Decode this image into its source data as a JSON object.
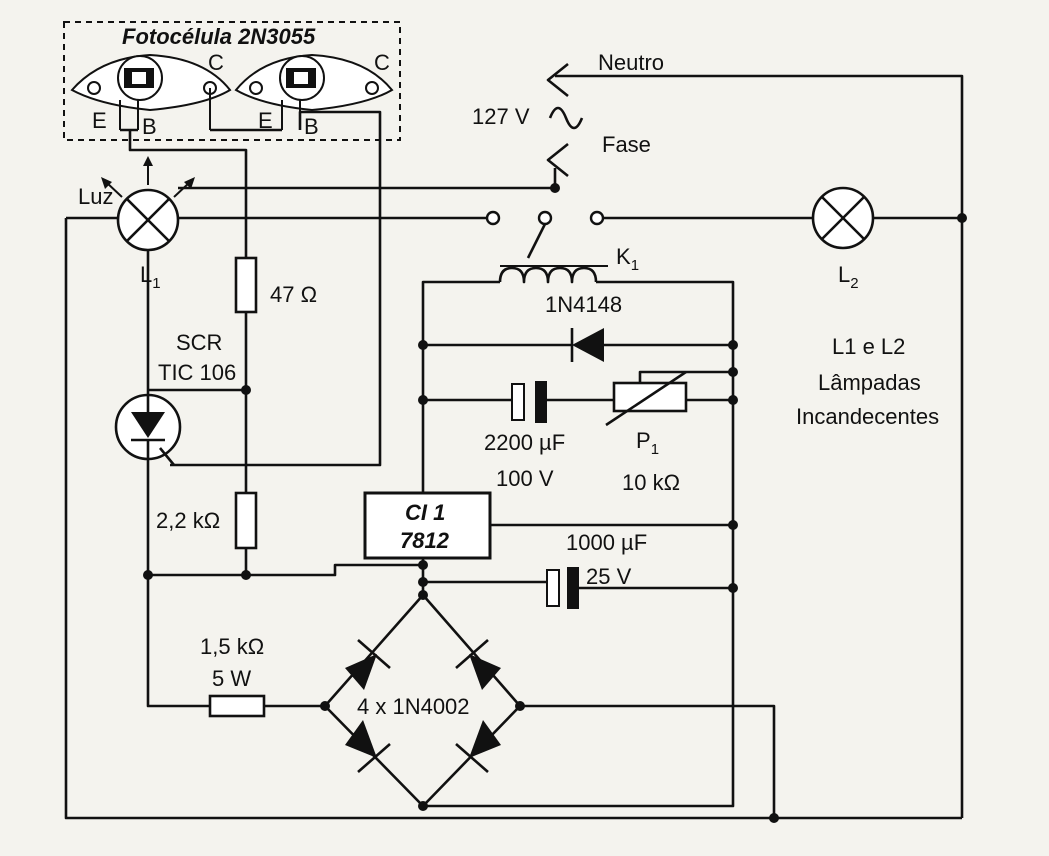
{
  "photocell": {
    "title": "Fotocélula 2N3055",
    "pin_c1": "C",
    "pin_c2": "C",
    "pin_e1": "E",
    "pin_b1": "B",
    "pin_e2": "E",
    "pin_b2": "B"
  },
  "mains": {
    "voltage": "127 V",
    "neutral": "Neutro",
    "phase": "Fase"
  },
  "lamp1": {
    "light": "Luz",
    "label": "L",
    "sub": "1"
  },
  "lamp2": {
    "label": "L",
    "sub": "2"
  },
  "lamps_note": {
    "line1": "L1 e L2",
    "line2": "Lâmpadas",
    "line3": "Incandecentes"
  },
  "relay": {
    "label": "K",
    "sub": "1"
  },
  "r_47": "47 Ω",
  "scr": {
    "line1": "SCR",
    "line2": "TIC 106"
  },
  "r_2k2": "2,2 kΩ",
  "d_1n4148": "1N4148",
  "c_2200": {
    "value": "2200 µF",
    "voltage": "100 V"
  },
  "pot": {
    "label": "P",
    "sub": "1",
    "value": "10 kΩ"
  },
  "ic": {
    "line1": "CI 1",
    "line2": "7812"
  },
  "c_1000": {
    "value": "1000 µF",
    "voltage": "25 V"
  },
  "r_1k5": {
    "value": "1,5 kΩ",
    "power": "5 W"
  },
  "bridge": "4 x 1N4002"
}
